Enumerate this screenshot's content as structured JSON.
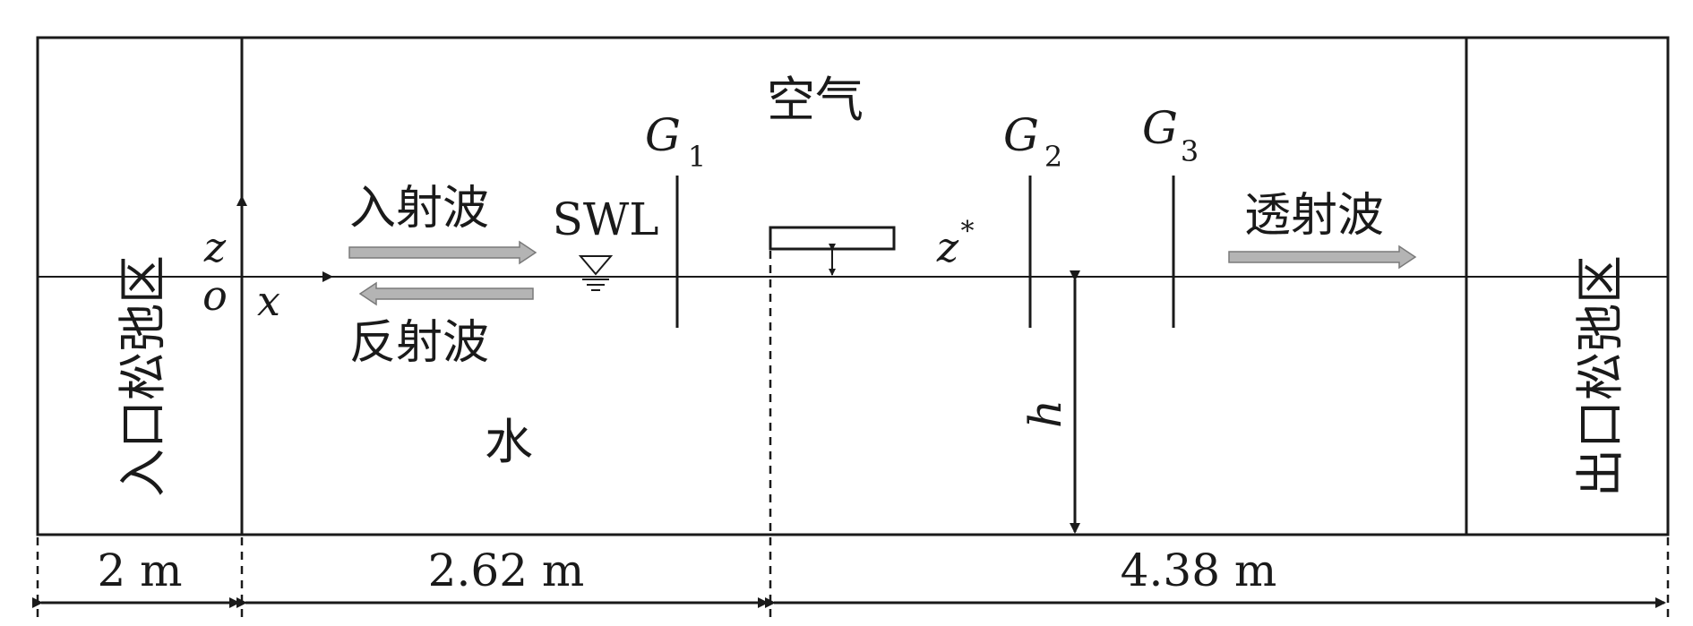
{
  "zones": {
    "inlet": "入口松弛区",
    "outlet": "出口松弛区"
  },
  "media": {
    "air": "空气",
    "water": "水"
  },
  "waves": {
    "incident": "入射波",
    "reflected": "反射波",
    "transmitted": "透射波"
  },
  "swl": "SWL",
  "axes": {
    "z": "z",
    "origin": "o",
    "x": "x"
  },
  "gauges": [
    {
      "letter": "G",
      "sub": "1"
    },
    {
      "letter": "G",
      "sub": "2"
    },
    {
      "letter": "G",
      "sub": "3"
    }
  ],
  "submergence": {
    "symbol": "z",
    "sup": "*"
  },
  "depth": "h",
  "dimensions": [
    "2 m",
    "2.62 m",
    "4.38 m"
  ],
  "colors": {
    "line": "#1a1a1a",
    "arrow_fill": "#b4b4b4",
    "arrow_stroke": "#7a7a7a"
  }
}
